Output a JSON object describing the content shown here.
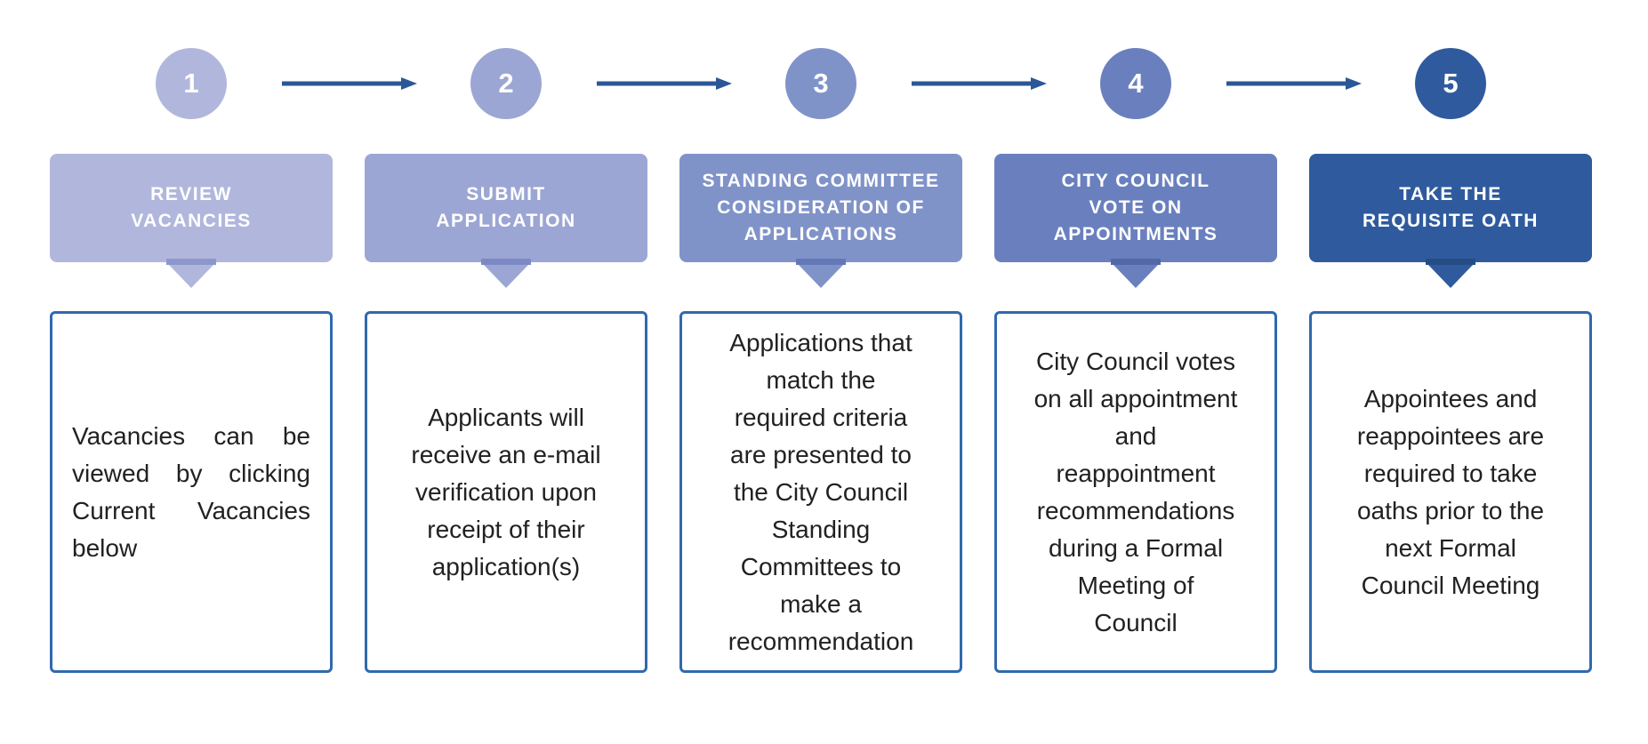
{
  "diagram": {
    "type": "process-flow",
    "direction": "left-to-right",
    "step_count": 5,
    "colors": {
      "background": "#FFFFFF",
      "arrow": "#2B5797",
      "description_box_border": "#3069AE",
      "description_text": "#212121",
      "header_text": "#FFFFFF"
    },
    "steps": [
      {
        "number": "1",
        "title": "REVIEW\nVACANCIES",
        "description": "Vacancies can be\nviewed by clicking\nCurrent Vacancies\nbelow",
        "text_align": "justify",
        "colors": {
          "fill": "#B1B7DC",
          "accent_bar": "#8D97CB"
        }
      },
      {
        "number": "2",
        "title": "SUBMIT\nAPPLICATION",
        "description": "Applicants will\nreceive an e-mail\nverification upon\nreceipt of their\napplication(s)",
        "text_align": "center",
        "colors": {
          "fill": "#9CA6D4",
          "accent_bar": "#7D89C4"
        }
      },
      {
        "number": "3",
        "title": "STANDING COMMITTEE\nCONSIDERATION OF\nAPPLICATIONS",
        "description": "Applications that\nmatch the\nrequired criteria\nare presented to\nthe City Council\nStanding\nCommittees to\nmake a\nrecommendation",
        "text_align": "center",
        "colors": {
          "fill": "#8093C9",
          "accent_bar": "#6478B8"
        }
      },
      {
        "number": "4",
        "title": "CITY COUNCIL\nVOTE ON\nAPPOINTMENTS",
        "description": "City Council votes\non all appointment\nand\nreappointment\nrecommendations\nduring a Formal\nMeeting of\nCouncil",
        "text_align": "center",
        "colors": {
          "fill": "#6A80BE",
          "accent_bar": "#5268A8"
        }
      },
      {
        "number": "5",
        "title": "TAKE THE\nREQUISITE OATH",
        "description": "Appointees and\nreappointees are\nrequired to take\noaths prior to the\nnext Formal\nCouncil Meeting",
        "text_align": "center",
        "colors": {
          "fill": "#2F5B9E",
          "accent_bar": "#264C84"
        }
      }
    ]
  }
}
